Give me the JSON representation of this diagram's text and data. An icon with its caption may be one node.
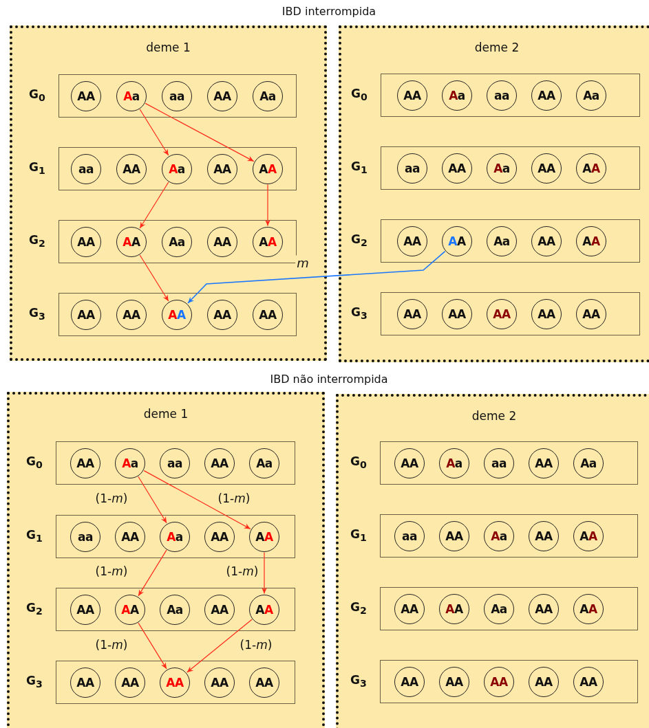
{
  "diagram": {
    "nodes": [
      {
        "text": [
          "deme 1"
        ]
      },
      {
        "text": [],
        "shape": "box",
        "in": 0,
        "beside": [
          "G$_{0}$"
        ]
      },
      {
        "text": [
          "AA"
        ],
        "in": 1
      },
      {
        "text": [
          "Aa"
        ],
        "in": 1
      },
      {
        "text": [
          "aa"
        ],
        "in": 1
      },
      {
        "text": [
          "AA"
        ],
        "in": 1
      },
      {
        "text": [
          "Aa"
        ],
        "in": 1
      },
      {
        "text": [],
        "shape": "box",
        "in": 0,
        "beside": [
          "G$_{1}$"
        ]
      },
      {
        "text": [
          "aa"
        ],
        "in": 7
      },
      {
        "text": [
          "AA"
        ],
        "in": 7
      },
      {
        "text": [
          "Aa"
        ],
        "in": 7
      },
      {
        "text": [
          "AA"
        ],
        "in": 7
      },
      {
        "text": [
          "AA"
        ],
        "in": 7
      },
      {
        "text": [],
        "shape": "box",
        "in": 0,
        "beside": [
          "G$_{2}$"
        ]
      },
      {
        "text": [
          "AA"
        ],
        "in": 13
      },
      {
        "text": [
          "AA"
        ],
        "in": 13
      },
      {
        "text": [
          "Aa"
        ],
        "in": 13
      },
      {
        "text": [
          "AA"
        ],
        "in": 13
      },
      {
        "text": [
          "AA"
        ],
        "in": 13
      },
      {
        "text": [],
        "shape": "box",
        "in": 0,
        "beside": [
          "G$_{3}$"
        ]
      },
      {
        "text": [
          "AA"
        ],
        "in": 19
      },
      {
        "text": [
          "AA"
        ],
        "in": 19
      },
      {
        "text": [
          "AA"
        ],
        "in": 19
      },
      {
        "text": [
          "AA"
        ],
        "in": 19
      },
      {
        "text": [
          "AA"
        ],
        "in": 19
      },
      {
        "text": [
          "deme 2"
        ]
      },
      {
        "text": [],
        "shape": "box",
        "in": 25,
        "beside": [
          "G$_{0}$"
        ]
      },
      {
        "text": [
          "AA"
        ],
        "in": 26
      },
      {
        "text": [
          "Aa"
        ],
        "in": 26
      },
      {
        "text": [
          "aa"
        ],
        "in": 26
      },
      {
        "text": [
          "AA"
        ],
        "in": 26
      },
      {
        "text": [
          "Aa"
        ],
        "in": 26
      },
      {
        "text": [],
        "shape": "box",
        "in": 25,
        "beside": [
          "G$_{1}$"
        ]
      },
      {
        "text": [
          "aa"
        ],
        "in": 32
      },
      {
        "text": [
          "AA"
        ],
        "in": 32
      },
      {
        "text": [
          "Aa"
        ],
        "in": 32
      },
      {
        "text": [
          "AA"
        ],
        "in": 32
      },
      {
        "text": [
          "AA"
        ],
        "in": 32
      },
      {
        "text": [],
        "shape": "box",
        "in": 25,
        "beside": [
          "G$_{2}$"
        ]
      },
      {
        "text": [
          "AA"
        ],
        "in": 38
      },
      {
        "text": [
          "AA"
        ],
        "in": 38
      },
      {
        "text": [
          "Aa"
        ],
        "in": 38
      },
      {
        "text": [
          "AA"
        ],
        "in": 38
      },
      {
        "text": [
          "AA"
        ],
        "in": 38
      },
      {
        "text": [],
        "shape": "box",
        "in": 25,
        "beside": [
          "G$_{3}$"
        ]
      },
      {
        "text": [
          "AA"
        ],
        "in": 44
      },
      {
        "text": [
          "AA"
        ],
        "in": 44
      },
      {
        "text": [
          "AA"
        ],
        "in": 44
      },
      {
        "text": [
          "AA"
        ],
        "in": 44
      },
      {
        "text": [
          "AA"
        ],
        "in": 44
      },
      {
        "text": [
          "deme 1"
        ]
      },
      {
        "text": [],
        "shape": "box",
        "in": 50,
        "beside": [
          "G$_{0}$"
        ]
      },
      {
        "text": [
          "AA"
        ],
        "in": 51
      },
      {
        "text": [
          "Aa"
        ],
        "in": 51
      },
      {
        "text": [
          "aa"
        ],
        "in": 51
      },
      {
        "text": [
          "AA"
        ],
        "in": 51
      },
      {
        "text": [
          "Aa"
        ],
        "in": 51
      },
      {
        "text": [],
        "shape": "box",
        "in": 50,
        "beside": [
          "G$_{1}$"
        ]
      },
      {
        "text": [
          "aa"
        ],
        "in": 57
      },
      {
        "text": [
          "AA"
        ],
        "in": 57
      },
      {
        "text": [
          "Aa"
        ],
        "in": 57
      },
      {
        "text": [
          "AA"
        ],
        "in": 57
      },
      {
        "text": [
          "AA"
        ],
        "in": 57
      },
      {
        "text": [],
        "shape": "box",
        "in": 50,
        "beside": [
          "G$_{2}$"
        ]
      },
      {
        "text": [
          "AA"
        ],
        "in": 63
      },
      {
        "text": [
          "AA"
        ],
        "in": 63
      },
      {
        "text": [
          "Aa"
        ],
        "in": 63
      },
      {
        "text": [
          "AA"
        ],
        "in": 63
      },
      {
        "text": [
          "AA"
        ],
        "in": 63
      },
      {
        "text": [],
        "shape": "box",
        "in": 50,
        "beside": [
          "G$_{3}$"
        ]
      },
      {
        "text": [
          "AA"
        ],
        "in": 69
      },
      {
        "text": [
          "AA"
        ],
        "in": 69
      },
      {
        "text": [
          "AA"
        ],
        "in": 69
      },
      {
        "text": [
          "AA"
        ],
        "in": 69
      },
      {
        "text": [
          "AA"
        ],
        "in": 69
      },
      {
        "text": [
          "deme 2"
        ]
      },
      {
        "text": [],
        "shape": "box",
        "in": 75,
        "beside": [
          "G$_{0}$"
        ]
      },
      {
        "text": [
          "AA"
        ],
        "in": 76
      },
      {
        "text": [
          "Aa"
        ],
        "in": 76
      },
      {
        "text": [
          "aa"
        ],
        "in": 76
      },
      {
        "text": [
          "AA"
        ],
        "in": 76
      },
      {
        "text": [
          "Aa"
        ],
        "in": 76
      },
      {
        "text": [],
        "shape": "box",
        "in": 75,
        "beside": [
          "G$_{1}$"
        ]
      },
      {
        "text": [
          "aa"
        ],
        "in": 82
      },
      {
        "text": [
          "AA"
        ],
        "in": 82
      },
      {
        "text": [
          "Aa"
        ],
        "in": 82
      },
      {
        "text": [
          "AA"
        ],
        "in": 82
      },
      {
        "text": [
          "AA"
        ],
        "in": 82
      },
      {
        "text": [],
        "shape": "box",
        "in": 75,
        "beside": [
          "G$_{2}$"
        ]
      },
      {
        "text": [
          "AA"
        ],
        "in": 88
      },
      {
        "text": [
          "AA"
        ],
        "in": 88
      },
      {
        "text": [
          "Aa"
        ],
        "in": 88
      },
      {
        "text": [
          "AA"
        ],
        "in": 88
      },
      {
        "text": [
          "AA"
        ],
        "in": 88
      },
      {
        "text": [],
        "shape": "box",
        "in": 75,
        "beside": [
          "G$_{3}$"
        ]
      },
      {
        "text": [
          "AA"
        ],
        "in": 94
      },
      {
        "text": [
          "AA"
        ],
        "in": 94
      },
      {
        "text": [
          "AA"
        ],
        "in": 94
      },
      {
        "text": [
          "AA"
        ],
        "in": 94
      },
      {
        "text": [
          "AA"
        ],
        "in": 94
      }
    ],
    "edges": [
      {
        "from": 3,
        "to": 10,
        "arrow": "to"
      },
      {
        "from": 3,
        "to": 12,
        "arrow": "to"
      },
      {
        "from": 10,
        "to": 15,
        "arrow": "to"
      },
      {
        "from": 12,
        "to": 18,
        "arrow": "to"
      },
      {
        "from": 15,
        "to": 22,
        "arrow": "to"
      },
      {
        "from": 40,
        "to": 22,
        "arrow": "to",
        "label": "m",
        "color": "#1a75ff"
      },
      {
        "from": 53,
        "to": 60,
        "arrow": "to"
      },
      {
        "from": 53,
        "to": 62,
        "arrow": "to"
      },
      {
        "from": 60,
        "to": 65,
        "arrow": "to"
      },
      {
        "from": 62,
        "to": 68,
        "arrow": "to"
      },
      {
        "from": 65,
        "to": 72,
        "arrow": "to"
      },
      {
        "from": 68,
        "to": 72,
        "arrow": "to"
      }
    ],
    "labels": [
      "IBD interrompida",
      "IBD não interrompida",
      "(1-*m*)",
      "(1-*m*)",
      "(1-*m*)",
      "(1-*m*)",
      "(1-*m*)",
      "(1-*m*)"
    ]
  }
}
